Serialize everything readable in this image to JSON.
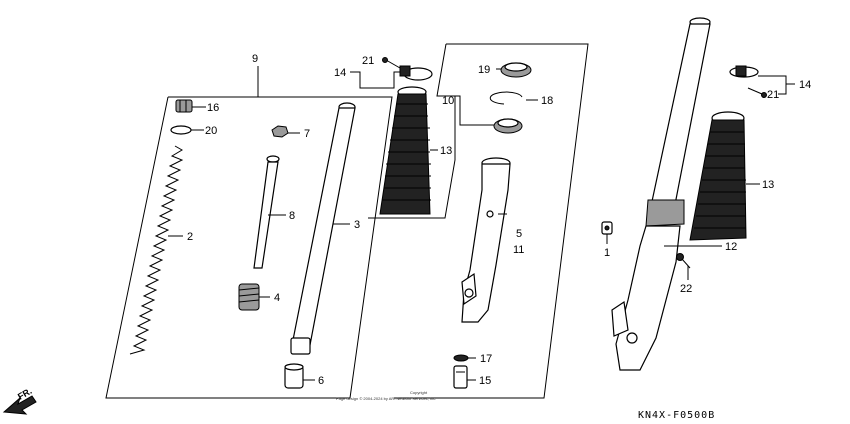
{
  "callouts": {
    "c1": "1",
    "c2": "2",
    "c3": "3",
    "c4": "4",
    "c5": "5",
    "c6": "6",
    "c7": "7",
    "c8": "8",
    "c9": "9",
    "c10": "10",
    "c11": "11",
    "c12": "12",
    "c13a": "13",
    "c13b": "13",
    "c14a": "14",
    "c14b": "14",
    "c15": "15",
    "c16": "16",
    "c17": "17",
    "c18": "18",
    "c19": "19",
    "c20": "20",
    "c21a": "21",
    "c21b": "21",
    "c22": "22"
  },
  "direction_label": "FR.",
  "diagram_code": "KN4X-F0500B",
  "copyright_title": "Copyright",
  "copyright_text": "Page design © 2004-2024 by ARI Network Services, Inc."
}
